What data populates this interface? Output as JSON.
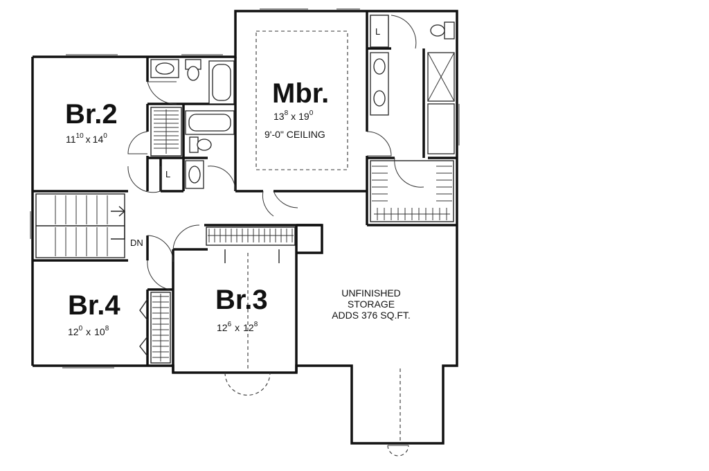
{
  "rooms": {
    "mbr": {
      "name": "Mbr.",
      "w": "13",
      "w_sup": "8",
      "x": "x",
      "d": "19",
      "d_sup": "0",
      "note": "9'-0\" CEILING"
    },
    "br2": {
      "name": "Br.2",
      "w": "11",
      "w_sup": "10",
      "x": "x",
      "d": "14",
      "d_sup": "0"
    },
    "br3": {
      "name": "Br.3",
      "w": "12",
      "w_sup": "6",
      "x": "x",
      "d": "12",
      "d_sup": "8"
    },
    "br4": {
      "name": "Br.4",
      "w": "12",
      "w_sup": "0",
      "x": "x",
      "d": "10",
      "d_sup": "8"
    }
  },
  "storage": {
    "line1": "UNFINISHED",
    "line2": "STORAGE",
    "line3": "ADDS 376 SQ.FT."
  },
  "labels": {
    "stairs_dn": "DN",
    "linen": "L"
  }
}
